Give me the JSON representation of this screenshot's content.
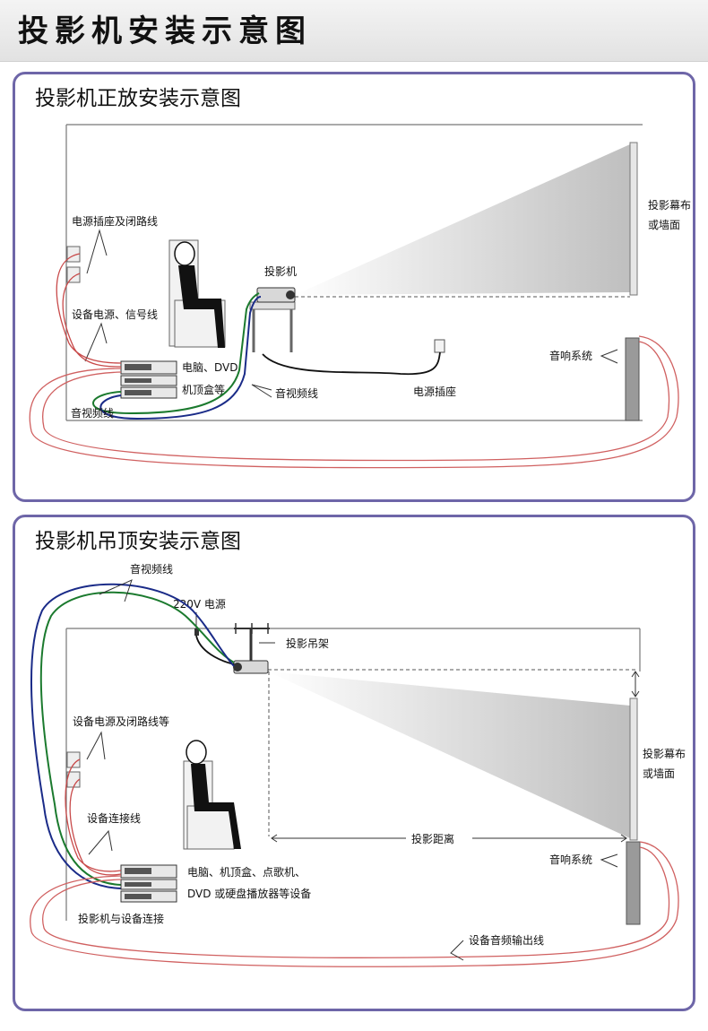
{
  "header": {
    "title": "投影机安装示意图"
  },
  "diagram_1": {
    "title": "投影机正放安装示意图",
    "labels": {
      "power_socket_closed_circuit": "电源插座及闭路线",
      "equipment_power_signal": "设备电源、信号线",
      "projector": "投影机",
      "screen_1": "投影幕布",
      "screen_2": "或墙面",
      "speaker_system": "音响系统",
      "pc_dvd": "电脑、DVD",
      "set_top_box": "机顶盒等",
      "av_cable_right": "音视频线",
      "av_cable_left": "音视频线",
      "power_outlet": "电源插座"
    }
  },
  "diagram_2": {
    "title": "投影机吊顶安装示意图",
    "labels": {
      "av_cable": "音视频线",
      "power_220v": "220V 电源",
      "ceiling_mount": "投影吊架",
      "power_closed_circuit": "设备电源及闭路线等",
      "screen_1": "投影幕布",
      "screen_2": "或墙面",
      "device_connection_cable": "设备连接线",
      "throw_distance": "投影距离",
      "speaker_system": "音响系统",
      "devices_1": "电脑、机顶盒、点歌机、",
      "devices_2": "DVD 或硬盘播放器等设备",
      "projector_device_connect": "投影机与设备连接",
      "audio_output_cable": "设备音频输出线"
    }
  }
}
